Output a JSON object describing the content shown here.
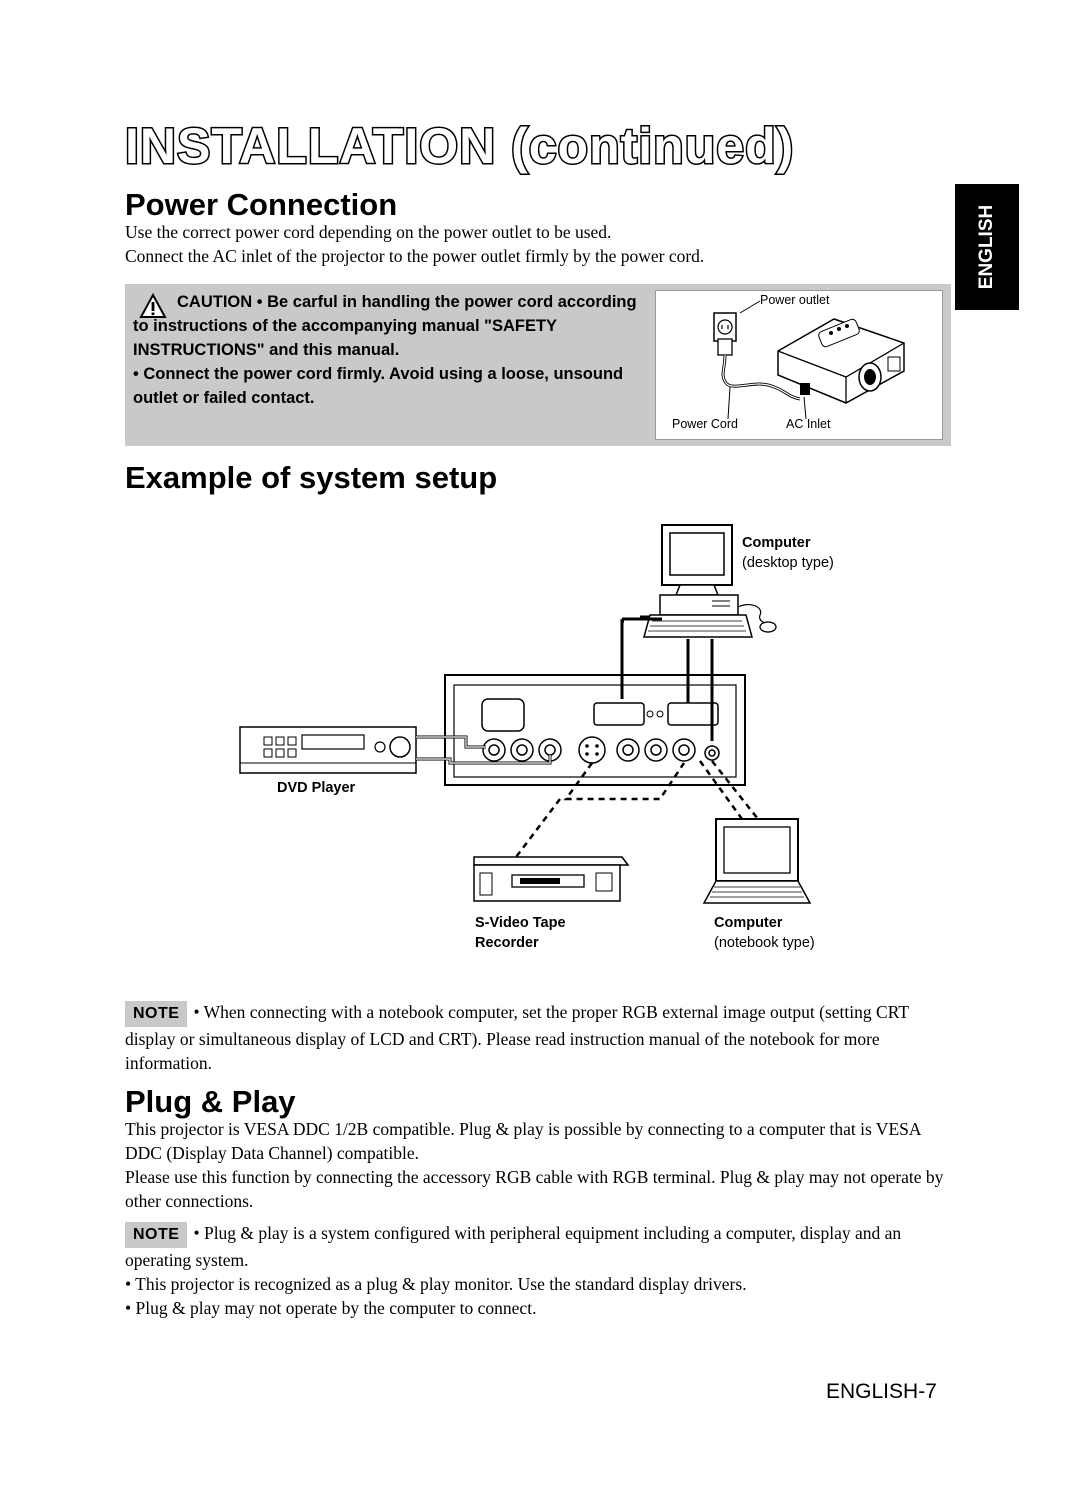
{
  "title": "INSTALLATION (continued)",
  "language_tab": "ENGLISH",
  "power_connection": {
    "heading": "Power Connection",
    "paragraphs": [
      "Use the correct power cord depending on the power outlet to be used.",
      "Connect the AC inlet of the projector to the power outlet firmly by the power cord."
    ],
    "caution": {
      "label": "CAUTION",
      "line1": "• Be carful in handling the power cord according to instructions of the accompanying manual \"SAFETY INSTRUCTIONS\" and this manual.",
      "line2": "• Connect the power cord firmly. Avoid using a loose, unsound outlet or failed contact."
    },
    "figure_labels": {
      "power_outlet": "Power outlet",
      "power_cord": "Power Cord",
      "ac_inlet": "AC Inlet"
    }
  },
  "system_setup": {
    "heading": "Example of system setup",
    "labels": {
      "computer_desktop_bold": "Computer",
      "computer_desktop_sub": "(desktop type)",
      "dvd_player": "DVD Player",
      "svideo_line1": "S-Video Tape",
      "svideo_line2": "Recorder",
      "computer_notebook_bold": "Computer",
      "computer_notebook_sub": "(notebook type)"
    },
    "note_label": "NOTE",
    "note_text": "• When connecting with a notebook computer, set the proper RGB external image output (setting CRT display or simultaneous display of LCD and CRT). Please read instruction manual of the notebook for more information."
  },
  "plug_and_play": {
    "heading": "Plug & Play",
    "paragraphs": [
      "This projector is VESA DDC 1/2B compatible. Plug & play is possible by connecting to a computer that is VESA DDC (Display Data Channel) compatible.",
      "Please use this function by connecting the accessory RGB cable with RGB terminal. Plug & play may not operate by other connections."
    ],
    "note_label": "NOTE",
    "note_text": "• Plug & play is a system configured with peripheral equipment including a computer, display and an operating system.",
    "bullets": [
      "• This projector is recognized as a plug & play monitor. Use the standard display drivers.",
      "• Plug & play may not operate by the computer to connect."
    ]
  },
  "page_number": "ENGLISH-7"
}
